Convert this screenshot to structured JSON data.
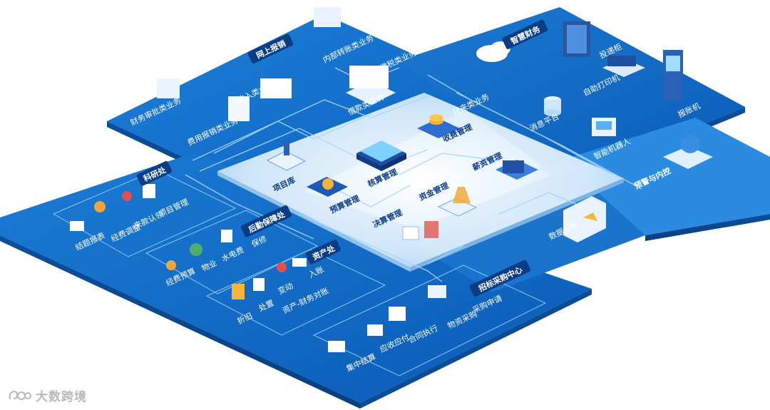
{
  "center": {
    "nodes": {
      "core": "核算管理",
      "project_lib": "项目库",
      "budget": "预算管理",
      "final": "决算管理",
      "fund": "资金管理",
      "income": "收费管理",
      "salary": "薪资管理",
      "analysis": "数据分析"
    }
  },
  "online": {
    "tag": "网上报销",
    "items": {
      "fin_approval": "财务审批类业务",
      "expense": "费用报销类业务",
      "income_biz": "收入类业务",
      "internal_transfer": "内部转账类业务",
      "borrow": "借款类业务",
      "tax": "缴税类业务",
      "contacts": "往来类业务"
    }
  },
  "smart": {
    "tag": "智慧财务",
    "items": {
      "delivery": "投递柜",
      "auto_print": "自助打印机",
      "message": "消息平台",
      "robot": "智能机器人",
      "receipt": "报账机"
    }
  },
  "risk": {
    "tag": "预警与内控"
  },
  "research": {
    "tag": "科研处",
    "items": {
      "project_mgmt": "项目管理",
      "claim": "来款认领",
      "funds": "经费调整",
      "report": "结题报表"
    }
  },
  "logistics": {
    "tag": "后勤保障处",
    "items": {
      "budget": "经费预算",
      "property": "物业",
      "utilities": "水电费",
      "repair": "保修"
    }
  },
  "asset": {
    "tag": "资产处",
    "items": {
      "entry": "入账",
      "change": "变动",
      "disposal": "处置",
      "depreciation": "折旧",
      "reconcile": "资产-财务对账"
    }
  },
  "procure": {
    "tag": "招标采购中心",
    "items": {
      "apply": "采购申请",
      "material": "物资采购",
      "contract": "合同执行",
      "payable": "应收应付",
      "centralized": "集中结算"
    }
  },
  "watermark": "大数跨境"
}
